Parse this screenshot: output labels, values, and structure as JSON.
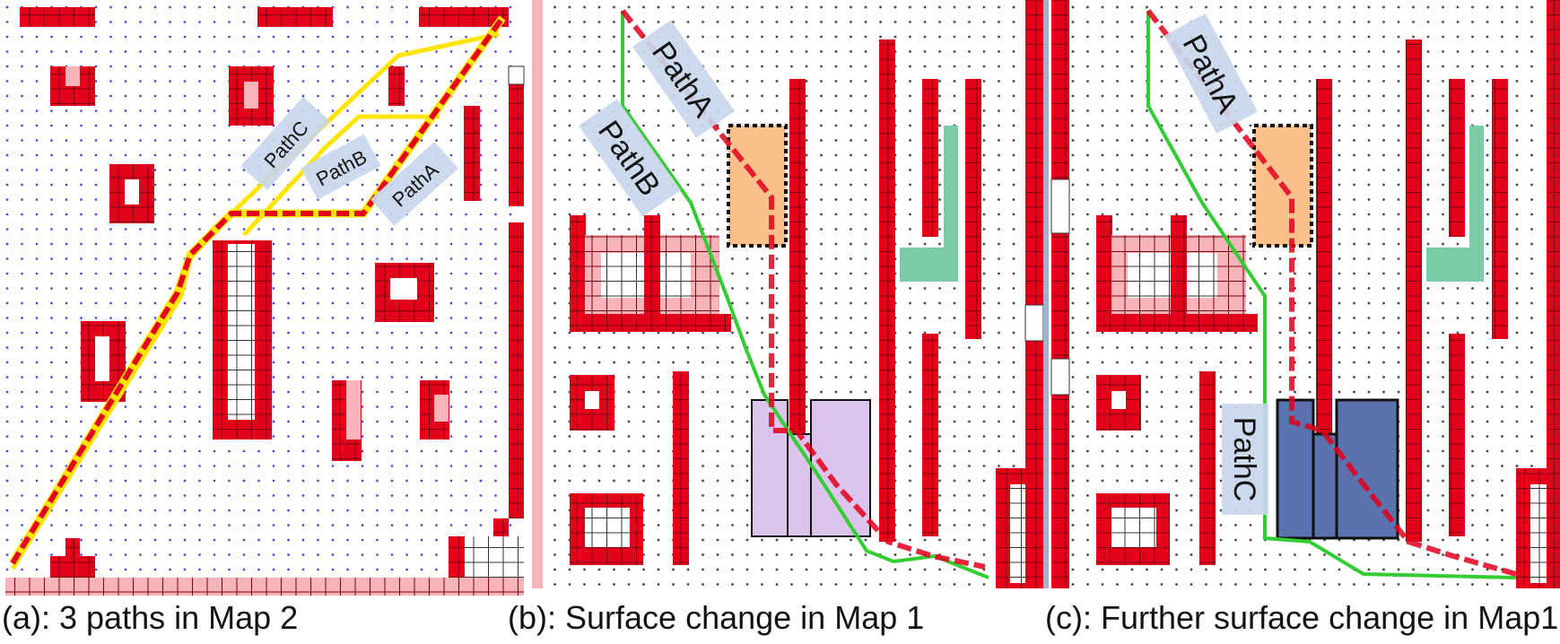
{
  "panels": [
    {
      "id": "a",
      "caption": "(a): 3 paths in Map 2",
      "path_labels": [
        "PathC",
        "PathB",
        "PathA"
      ]
    },
    {
      "id": "b",
      "caption": "(b): Surface change in Map 1",
      "path_labels": [
        "PathA",
        "PathB"
      ]
    },
    {
      "id": "c",
      "caption": "(c): Further surface change in Map1",
      "path_labels": [
        "PathA",
        "PathC"
      ]
    }
  ],
  "colors": {
    "obstacle": "#e3001b",
    "obstacle_light": "#f6b3b8",
    "obstacle_mid": "#ef8088",
    "path_red": "#e3001b",
    "path_yellow": "#ffe400",
    "path_green": "#33cc33",
    "label_bg": "#c9d6ec",
    "orange_zone": "#f9c08c",
    "purple_zone": "#dcc4ec",
    "blue_zone": "#5a72ad",
    "teal_zone": "#7ccaa6",
    "grid_dot_a": "#3b3bd6",
    "grid_dot": "#333333"
  }
}
